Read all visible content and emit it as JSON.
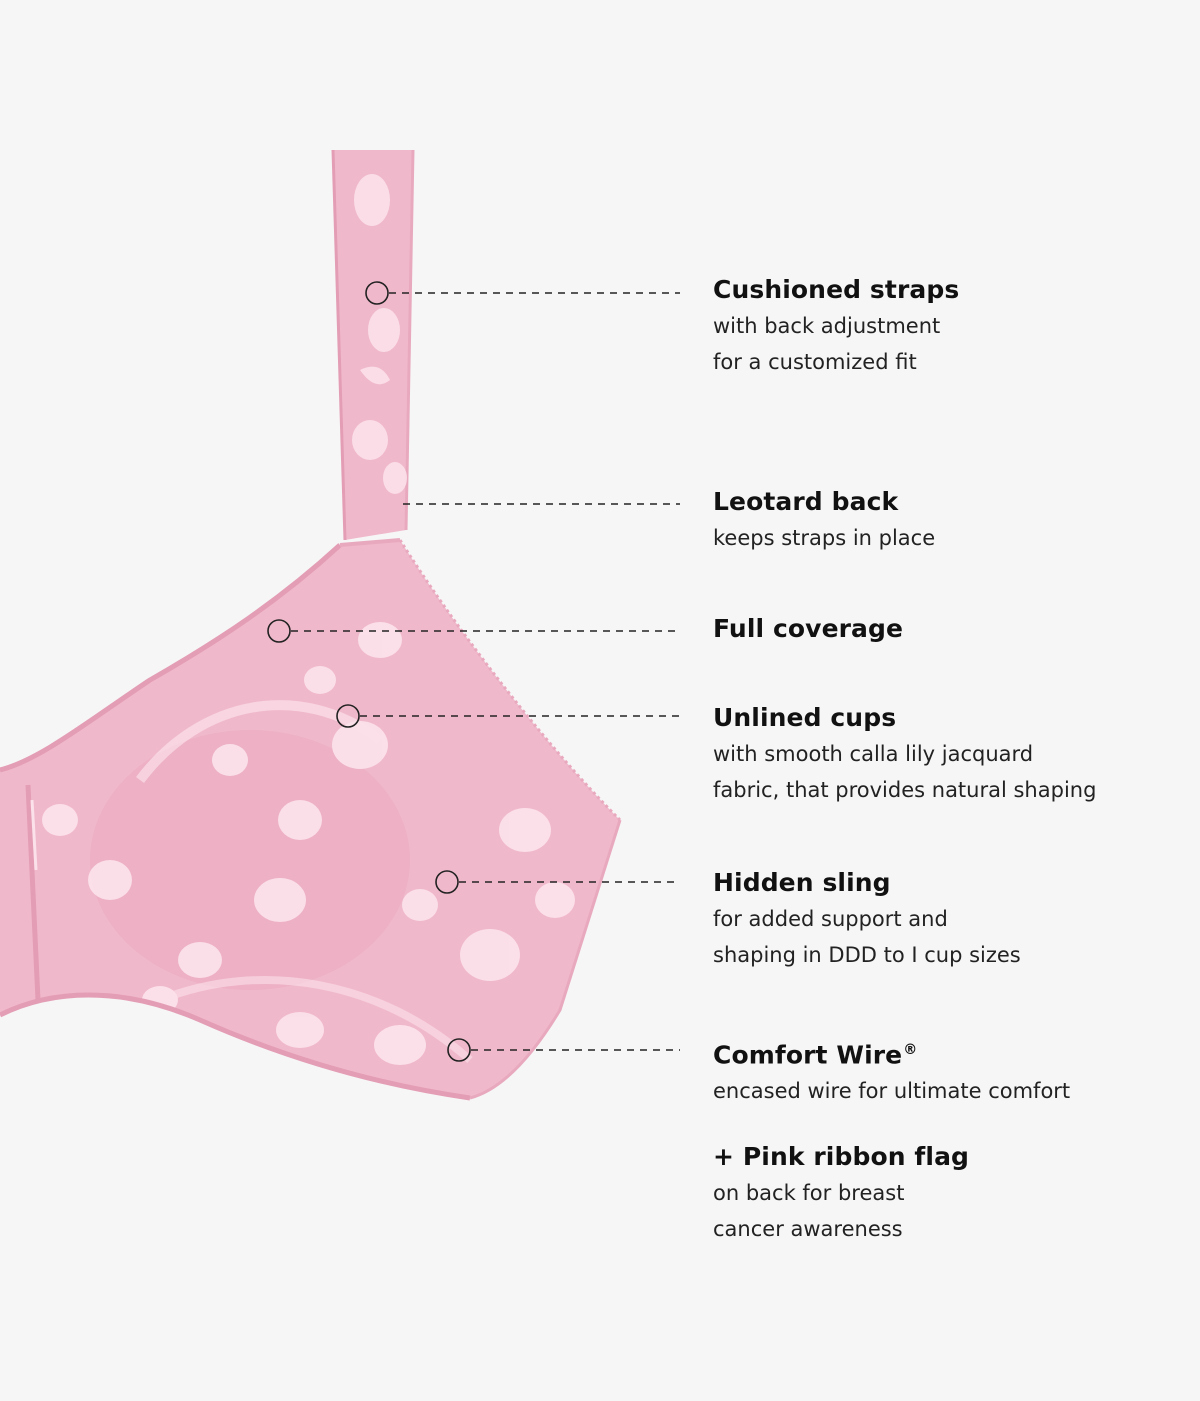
{
  "colors": {
    "background": "#f6f6f6",
    "fabric": "#f0b8cb",
    "fabric_dark": "#e4a2b8",
    "pattern": "#fbe1ea",
    "leader_line": "#222222"
  },
  "features": [
    {
      "title": "Cushioned straps",
      "lines": [
        "with back adjustment",
        "for a customized fit"
      ]
    },
    {
      "title": "Leotard back",
      "lines": [
        "keeps straps in place"
      ]
    },
    {
      "title": "Full coverage",
      "lines": []
    },
    {
      "title": "Unlined cups",
      "lines": [
        "with smooth calla lily jacquard",
        "fabric, that provides natural shaping"
      ]
    },
    {
      "title": "Hidden sling",
      "lines": [
        "for added support and",
        "shaping in DDD to I cup sizes"
      ]
    },
    {
      "title": "Comfort Wire",
      "title_mark": "®",
      "lines": [
        "encased wire for ultimate comfort"
      ]
    },
    {
      "title": "+ Pink ribbon flag",
      "lines": [
        "on back for breast",
        "cancer awareness"
      ]
    }
  ]
}
